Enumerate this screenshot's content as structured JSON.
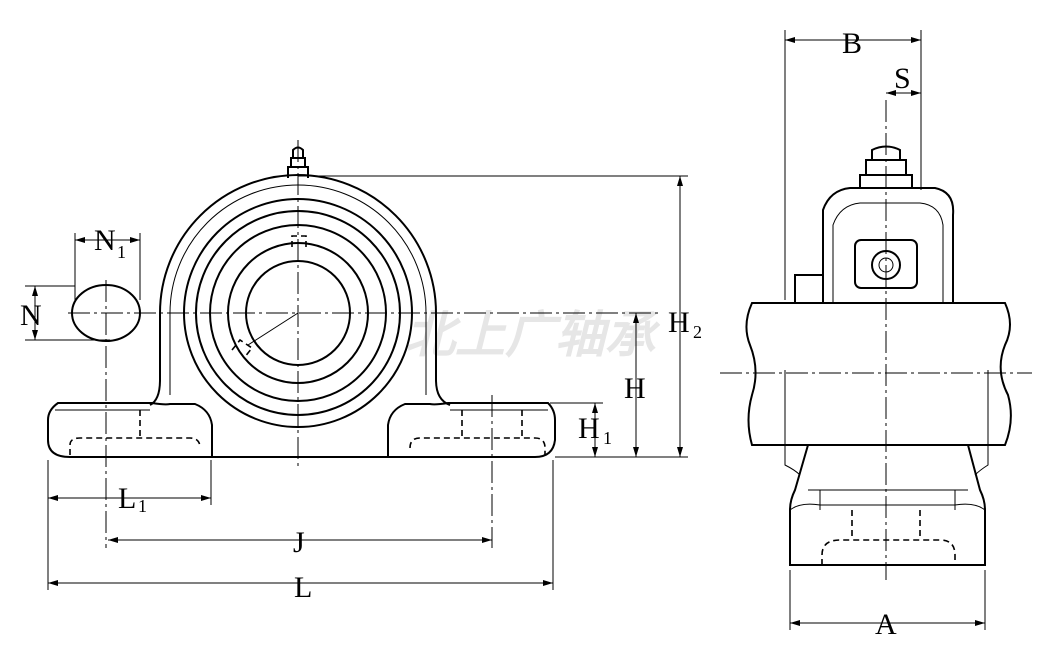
{
  "watermark": "北上广轴承",
  "labels": {
    "B": "B",
    "S": "S",
    "N1": "N",
    "N1_sub": "1",
    "N": "N",
    "H2": "H",
    "H2_sub": "2",
    "H": "H",
    "H1": "H",
    "H1_sub": "1",
    "L1": "L",
    "L1_sub": "1",
    "J": "J",
    "L": "L",
    "A": "A"
  }
}
